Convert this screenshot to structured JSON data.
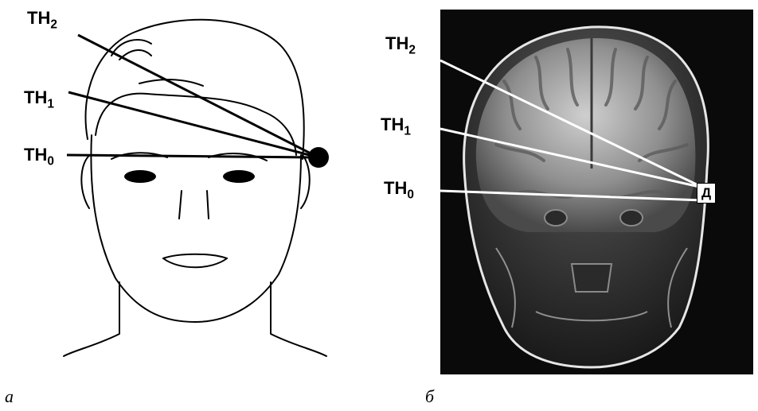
{
  "panel_a": {
    "labels": [
      {
        "main": "TH",
        "sub": "2"
      },
      {
        "main": "TH",
        "sub": "1"
      },
      {
        "main": "TH",
        "sub": "0"
      }
    ],
    "caption": "a"
  },
  "panel_b": {
    "labels": [
      {
        "main": "TH",
        "sub": "2"
      },
      {
        "main": "TH",
        "sub": "1"
      },
      {
        "main": "TH",
        "sub": "0"
      }
    ],
    "point_label": "Д",
    "caption": "б"
  }
}
